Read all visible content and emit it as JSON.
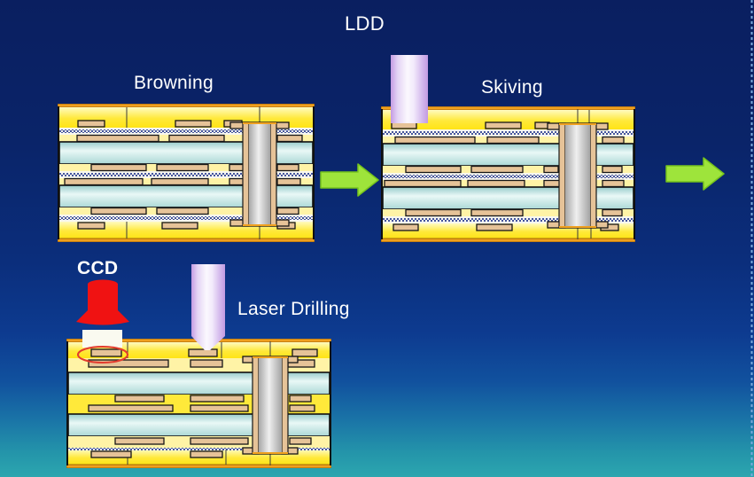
{
  "slide": {
    "title": "LDD",
    "background_top": "#0A1F60",
    "background_bottom": "#2CA6AF",
    "border_dash_color": "#79A9DC"
  },
  "process_steps": [
    {
      "label": "Browning"
    },
    {
      "label": "Skiving"
    },
    {
      "label": "Laser Drilling"
    }
  ],
  "annotations": {
    "ccd_label": "CCD"
  },
  "icons": {
    "arrow_right": "arrow-right-icon",
    "skiving_tool": "skiving-tool-icon",
    "laser_tool": "laser-tool-icon",
    "ccd_camera": "ccd-camera-icon",
    "alignment_target": "alignment-ellipse",
    "inspection_window": "inspection-window"
  },
  "colors": {
    "arrow_green": "#9EE43B",
    "arrow_green_border": "#76C41C",
    "board_yellow": "#FFE93A",
    "board_yellow_pale": "#FFF3A6",
    "copper_pad_tan": "#E6C398",
    "core_cyan": "#D9F1EF",
    "via_gray": "#CFCFCF",
    "edge_orange": "#F0A01E",
    "tool_lavender": "#D9BFEF",
    "ccd_red": "#F01212",
    "text_white": "#FFFFFF"
  }
}
